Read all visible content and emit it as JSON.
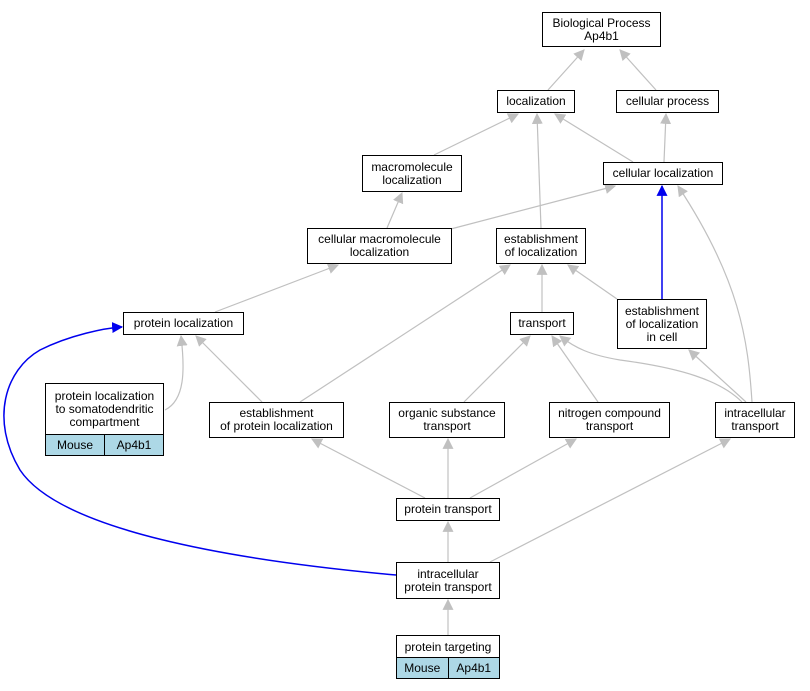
{
  "colors": {
    "edge": "#c0c0c0",
    "highlight_edge": "#0000ee",
    "cell_background": "#add8e6",
    "node_border": "#000000"
  },
  "nodes": {
    "biological_process": "Biological Process\nAp4b1",
    "localization": "localization",
    "cellular_process": "cellular process",
    "macromolecule_localization": "macromolecule\nlocalization",
    "cellular_localization": "cellular localization",
    "cellular_macromolecule_localization": "cellular macromolecule\nlocalization",
    "establishment_of_localization": "establishment\nof localization",
    "protein_localization": "protein localization",
    "transport": "transport",
    "establishment_of_localization_in_cell": "establishment\nof localization\nin cell",
    "protein_localization_somatodendritic": "protein localization\nto somatodendritic\ncompartment",
    "establishment_of_protein_localization": "establishment\nof protein localization",
    "organic_substance_transport": "organic substance\ntransport",
    "nitrogen_compound_transport": "nitrogen compound\ntransport",
    "intracellular_transport": "intracellular\ntransport",
    "protein_transport": "protein transport",
    "intracellular_protein_transport": "intracellular\nprotein transport",
    "protein_targeting": "protein targeting"
  },
  "annotations": {
    "somatodendritic": {
      "organism": "Mouse",
      "gene": "Ap4b1"
    },
    "protein_targeting": {
      "organism": "Mouse",
      "gene": "Ap4b1"
    }
  },
  "edges": [
    {
      "from": "localization",
      "to": "biological_process",
      "highlight": false
    },
    {
      "from": "cellular_process",
      "to": "biological_process",
      "highlight": false
    },
    {
      "from": "macromolecule_localization",
      "to": "localization",
      "highlight": false
    },
    {
      "from": "cellular_localization",
      "to": "localization",
      "highlight": false
    },
    {
      "from": "cellular_localization",
      "to": "cellular_process",
      "highlight": false
    },
    {
      "from": "cellular_macromolecule_localization",
      "to": "macromolecule_localization",
      "highlight": false
    },
    {
      "from": "cellular_macromolecule_localization",
      "to": "cellular_localization",
      "highlight": false
    },
    {
      "from": "establishment_of_localization",
      "to": "localization",
      "highlight": false
    },
    {
      "from": "protein_localization",
      "to": "cellular_macromolecule_localization",
      "highlight": false
    },
    {
      "from": "transport",
      "to": "establishment_of_localization",
      "highlight": false
    },
    {
      "from": "establishment_of_localization_in_cell",
      "to": "establishment_of_localization",
      "highlight": false
    },
    {
      "from": "establishment_of_localization_in_cell",
      "to": "cellular_localization",
      "highlight": true
    },
    {
      "from": "protein_localization_somatodendritic",
      "to": "protein_localization",
      "highlight": false
    },
    {
      "from": "establishment_of_protein_localization",
      "to": "protein_localization",
      "highlight": false
    },
    {
      "from": "establishment_of_protein_localization",
      "to": "establishment_of_localization",
      "highlight": false
    },
    {
      "from": "organic_substance_transport",
      "to": "transport",
      "highlight": false
    },
    {
      "from": "nitrogen_compound_transport",
      "to": "transport",
      "highlight": false
    },
    {
      "from": "intracellular_transport",
      "to": "transport",
      "highlight": false
    },
    {
      "from": "intracellular_transport",
      "to": "establishment_of_localization_in_cell",
      "highlight": false
    },
    {
      "from": "intracellular_transport",
      "to": "cellular_localization",
      "highlight": false
    },
    {
      "from": "protein_transport",
      "to": "establishment_of_protein_localization",
      "highlight": false
    },
    {
      "from": "protein_transport",
      "to": "organic_substance_transport",
      "highlight": false
    },
    {
      "from": "protein_transport",
      "to": "nitrogen_compound_transport",
      "highlight": false
    },
    {
      "from": "intracellular_protein_transport",
      "to": "protein_transport",
      "highlight": false
    },
    {
      "from": "intracellular_protein_transport",
      "to": "intracellular_transport",
      "highlight": false
    },
    {
      "from": "intracellular_protein_transport",
      "to": "protein_localization",
      "highlight": true
    },
    {
      "from": "protein_targeting",
      "to": "intracellular_protein_transport",
      "highlight": false
    }
  ]
}
